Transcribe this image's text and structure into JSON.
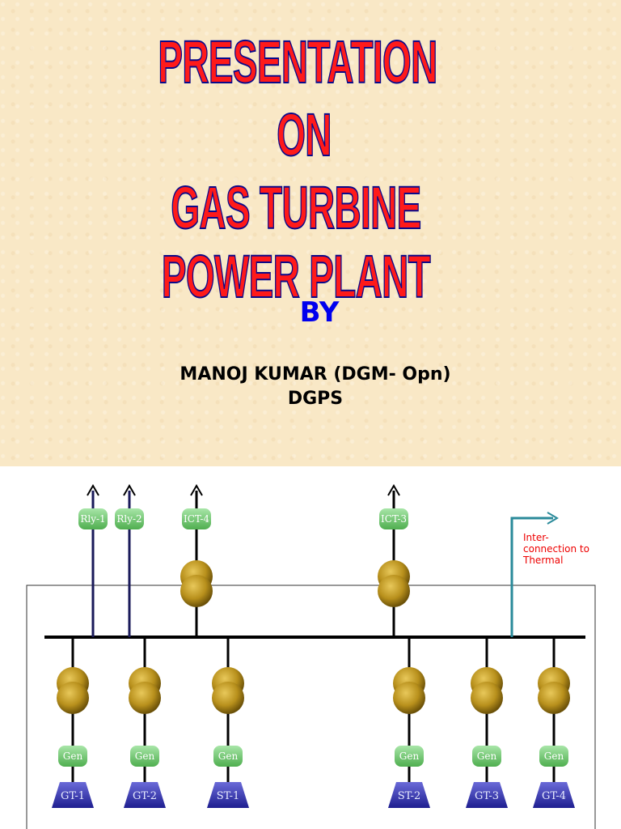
{
  "slide": {
    "title_lines": [
      "PRESENTATION",
      "ON",
      "GAS TURBINE POWER PLANT"
    ],
    "by": "BY",
    "author_line1": "MANOJ KUMAR (DGM- Opn)",
    "author_line2": "DGPS"
  },
  "diagram": {
    "outgoing": {
      "rly1": "Rly-1",
      "rly2": "Rly-2",
      "ict4": "ICT-4",
      "ict3": "ICT-3"
    },
    "interconnection_lines": [
      "Inter-",
      "connection to",
      "Thermal"
    ],
    "generator_label": "Gen",
    "units": {
      "gt1": "GT-1",
      "gt2": "GT-2",
      "st1": "ST-1",
      "st2": "ST-2",
      "gt3": "GT-3",
      "gt4": "GT-4"
    },
    "colors": {
      "bus": "#000000",
      "rly_line": "#1a1a5a",
      "inter_line": "#2a8a9a",
      "transformer": "#c09a20",
      "label_box": "#5cbf5c",
      "turbine": "#3535a8"
    }
  }
}
